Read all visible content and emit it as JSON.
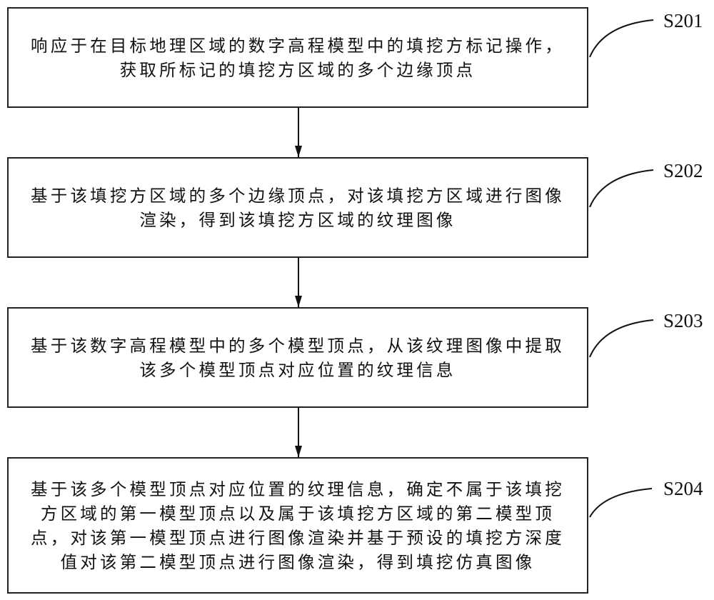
{
  "diagram": {
    "type": "flowchart",
    "steps": [
      {
        "id": "S201",
        "lines": [
          "响应于在目标地理区域的数字高程模型中的填挖方标记操作，",
          "获取所标记的填挖方区域的多个边缘顶点"
        ]
      },
      {
        "id": "S202",
        "lines": [
          "基于该填挖方区域的多个边缘顶点，对该填挖方区域进行图像",
          "渲染，得到该填挖方区域的纹理图像"
        ]
      },
      {
        "id": "S203",
        "lines": [
          "基于该数字高程模型中的多个模型顶点，从该纹理图像中提取",
          "该多个模型顶点对应位置的纹理信息"
        ]
      },
      {
        "id": "S204",
        "lines": [
          "基于该多个模型顶点对应位置的纹理信息，确定不属于该填挖",
          "方区域的第一模型顶点以及属于该填挖方区域的第二模型顶",
          "点，对该第一模型顶点进行图像渲染并基于预设的填挖方深度",
          "值对该第二模型顶点进行图像渲染，得到填挖仿真图像"
        ]
      }
    ],
    "connections": [
      {
        "from": "S201",
        "to": "S202"
      },
      {
        "from": "S202",
        "to": "S203"
      },
      {
        "from": "S203",
        "to": "S204"
      }
    ]
  }
}
